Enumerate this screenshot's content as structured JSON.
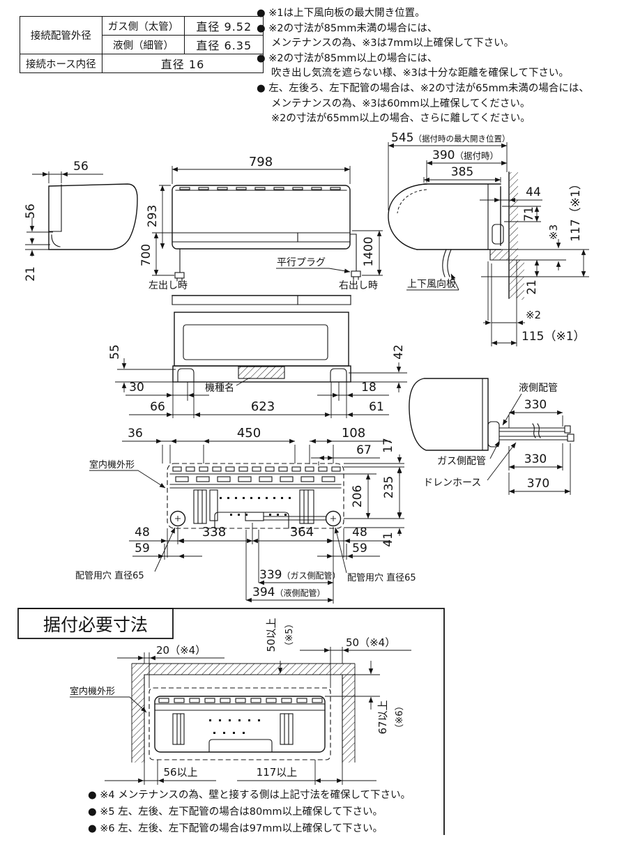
{
  "spec_table": {
    "outer_dia_label": "接続配管外径",
    "gas_label": "ガス側（太管）",
    "gas_value": "直径 9.52",
    "liquid_label": "液側（細管）",
    "liquid_value": "直径 6.35",
    "hose_label": "接続ホース内径",
    "hose_value": "直径 16"
  },
  "notes_top": {
    "lines": [
      "● ※1は上下風向板の最大開き位置。",
      "● ※2の寸法が85mm未満の場合には、",
      "メンテナンスの為、※3は7mm以上確保して下さい。",
      "● ※2の寸法が85mm以上の場合には、",
      "吹き出し気流を遮らない様、※3は十分な距離を確保して下さい。",
      "● 左、左後ろ、左下配管の場合は、※2の寸法が65mm未満の場合には、",
      "メンテナンスの為、※3は60mm以上確保してください。",
      "※2の寸法が65mm以上の場合、さらに離してください。"
    ]
  },
  "left_view": {
    "top_depth": "56",
    "upper_h": "56",
    "lower_h": "21"
  },
  "front_view": {
    "width": "798",
    "height": "293",
    "cord_left": "700",
    "cord_right": "1400",
    "plug": "平行プラグ",
    "left_out": "左出し時",
    "right_out": "右出し時"
  },
  "right_view": {
    "open_max": "545",
    "open_max_note": "（据付時の最大開き位置）",
    "install_depth": "390",
    "install_note": "（据付時）",
    "body_depth": "385",
    "rear_gap": "44",
    "pipe_h": "71",
    "star3": "※3",
    "vane_h": "117（※1）",
    "step": "21",
    "star2": "※2",
    "front_clear": "115（※1）",
    "vane_label": "上下風向板"
  },
  "bottom_view": {
    "left_h": "55",
    "right_h": "42",
    "model": "機種名",
    "f30": "30",
    "f66": "66",
    "f623": "623",
    "f61": "61",
    "f18": "18"
  },
  "back_view": {
    "outline": "室内機外形",
    "d36": "36",
    "d450": "450",
    "d108": "108",
    "d67": "67",
    "d17": "17",
    "d206": "206",
    "d235": "235",
    "d48l": "48",
    "d338": "338",
    "d364": "364",
    "d48r": "48",
    "d59l": "59",
    "d59r": "59",
    "d41": "41",
    "hole_l": "配管用穴 直径65",
    "hole_r": "配管用穴 直径65",
    "gas": "339",
    "gas_note": "（ガス側配管）",
    "liq": "394",
    "liq_note": "（液側配管）"
  },
  "pipe_view": {
    "liquid": "液側配管",
    "len_top": "330",
    "gas": "ガス側配管",
    "len_bottom": "330",
    "drain": "ドレンホース",
    "total": "370"
  },
  "install": {
    "title": "据付必要寸法",
    "left_top": "20（※4）",
    "top_min": "50以上",
    "top_min_note": "（※5）",
    "right_top": "50（※4）",
    "outline": "室内機外形",
    "right_min": "67以上",
    "right_min_note": "（※6）",
    "bottom_left": "56以上",
    "bottom_right": "117以上",
    "notes": [
      "● ※4 メンテナンスの為、壁と接する側は上記寸法を確保して下さい。",
      "● ※5 左、左後、左下配管の場合は80mm以上確保して下さい。",
      "● ※6 左、左後、左下配管の場合は97mm以上確保して下さい。"
    ]
  }
}
